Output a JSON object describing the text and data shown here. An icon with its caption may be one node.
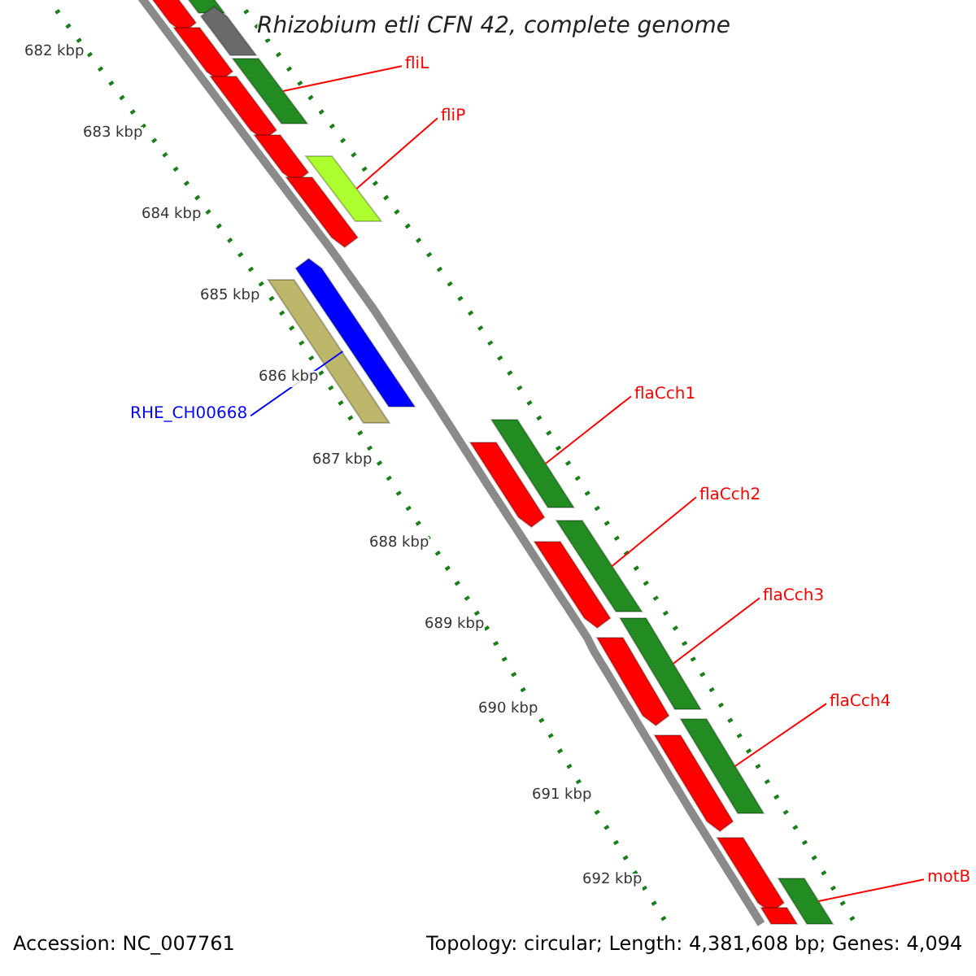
{
  "diagram": {
    "title": "Rhizobium etli CFN 42, complete genome",
    "nodes": [
      {
        "text": [
          "fliL"
        ]
      },
      {
        "text": [],
        "shape": "bar"
      },
      {
        "text": [
          "fliP"
        ]
      },
      {
        "text": [],
        "shape": "bar"
      },
      {
        "text": [
          "RHE_CH00668"
        ]
      },
      {
        "text": [],
        "shape": "bar"
      },
      {
        "text": [
          "flaCch1"
        ]
      },
      {
        "text": [],
        "shape": "bar"
      },
      {
        "text": [
          "flaCch2"
        ]
      },
      {
        "text": [],
        "shape": "bar"
      },
      {
        "text": [
          "flaCch3"
        ]
      },
      {
        "text": [],
        "shape": "bar"
      },
      {
        "text": [
          "flaCch4"
        ]
      },
      {
        "text": [],
        "shape": "bar"
      },
      {
        "text": [
          "motB"
        ]
      },
      {
        "text": [],
        "shape": "bar"
      }
    ],
    "edges": [
      {
        "from": 0,
        "to": 1,
        "arrow": "none"
      },
      {
        "from": 2,
        "to": 3,
        "arrow": "none"
      },
      {
        "from": 4,
        "to": 5,
        "arrow": "none",
        "color": "#0000ff"
      },
      {
        "from": 6,
        "to": 7,
        "arrow": "none"
      },
      {
        "from": 8,
        "to": 9,
        "arrow": "none"
      },
      {
        "from": 10,
        "to": 11,
        "arrow": "none"
      },
      {
        "from": 12,
        "to": 13,
        "arrow": "none"
      },
      {
        "from": 14,
        "to": 15,
        "arrow": "none"
      }
    ],
    "labels": [
      "682 kbp",
      "683 kbp",
      "684 kbp",
      "685 kbp",
      "686 kbp",
      "687 kbp",
      "688 kbp",
      "689 kbp",
      "690 kbp",
      "691 kbp",
      "692 kbp",
      "Accession: NC_007761",
      "Topology: circular; Length: 4,381,608 bp; Genes: 4,094"
    ]
  }
}
